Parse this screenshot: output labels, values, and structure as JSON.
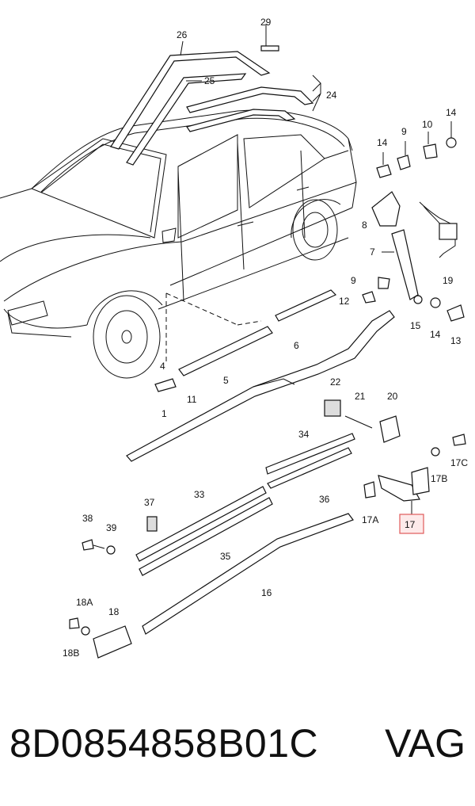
{
  "diagram": {
    "callouts": [
      "1",
      "4",
      "5",
      "6",
      "7",
      "8",
      "9",
      "10",
      "11",
      "12",
      "13",
      "14",
      "15",
      "16",
      "17",
      "17A",
      "17B",
      "17C",
      "18",
      "18A",
      "18B",
      "19",
      "20",
      "21",
      "22",
      "24",
      "25",
      "26",
      "29",
      "33",
      "34",
      "35",
      "36",
      "37",
      "38",
      "39"
    ],
    "highlighted_callout": "17",
    "highlight_color": "#e05a5a"
  },
  "footer": {
    "part_number": "8D0854858B01C",
    "brand": "VAG"
  }
}
